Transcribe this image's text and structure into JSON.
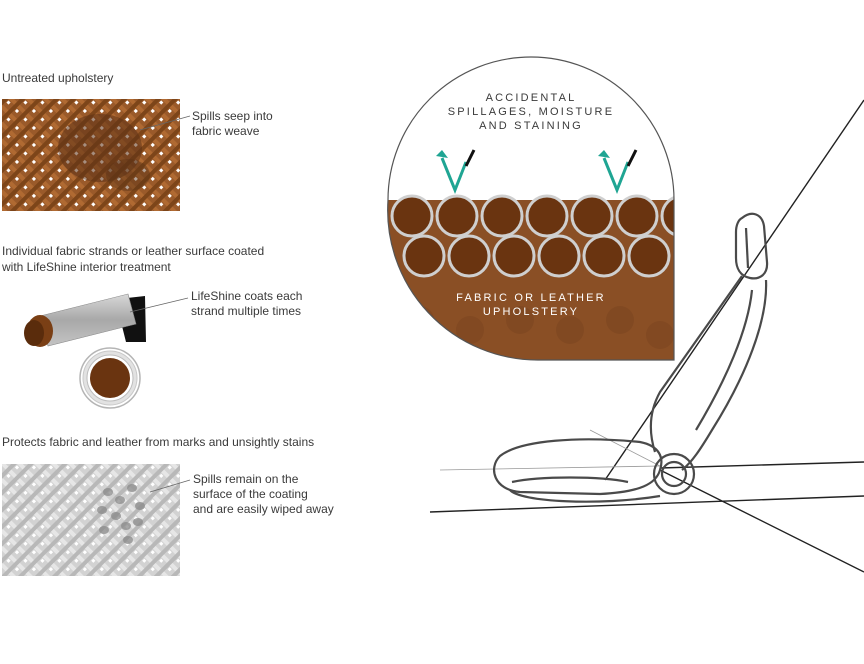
{
  "section_untreated": {
    "heading": "Untreated upholstery",
    "note_line1": "Spills seep into",
    "note_line2": "fabric weave"
  },
  "section_coated": {
    "heading_line1": "Individual fabric strands or leather surface coated",
    "heading_line2": "with LifeShine interior treatment",
    "note_line1": "LifeShine coats each",
    "note_line2": "strand multiple times"
  },
  "section_protected": {
    "heading": "Protects fabric and leather from marks and unsightly stains",
    "note_line1": "Spills remain on the",
    "note_line2": "surface of the coating",
    "note_line3": "and are easily wiped away"
  },
  "magnifier": {
    "top_line1": "ACCIDENTAL",
    "top_line2": "SPILLAGES, MOISTURE",
    "top_line3": "AND STAINING",
    "bottom_line1": "FABRIC OR LEATHER",
    "bottom_line2": "UPHOLSTERY"
  },
  "colors": {
    "brown": "#8a4f25",
    "dark_brown": "#5a2e0e",
    "teal": "#1fa593",
    "grey_fabric": "#c8c8c8",
    "line": "#555555"
  }
}
